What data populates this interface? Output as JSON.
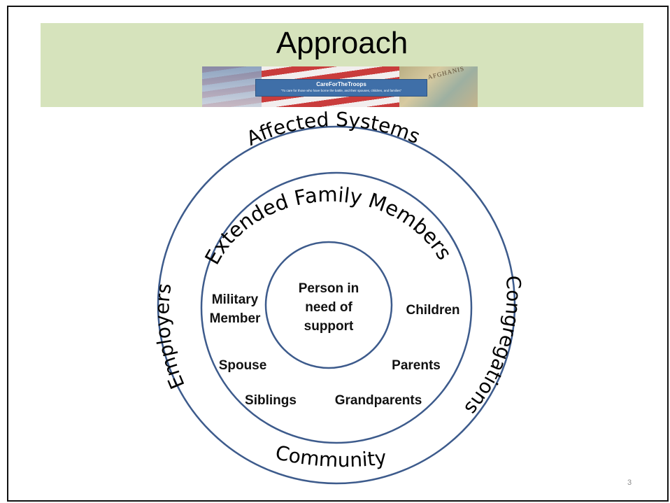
{
  "colors": {
    "title_band": "#d6e3bc",
    "ring_stroke": "#3d5b8c",
    "text": "#000000"
  },
  "slide": {
    "title": "Approach",
    "page_number": "3"
  },
  "banner": {
    "brand": "CareForTheTroops",
    "tagline": "\"To care for those who have borne the battle, and their spouses, children, and families\"",
    "map_label": "AFGHANIS"
  },
  "diagram": {
    "outer_ring": {
      "top": "Affected Systems",
      "left": "Employers",
      "right": "Congregations",
      "bottom": "Community"
    },
    "middle_ring": {
      "top": "Extended Family Members"
    },
    "members": {
      "military_line1": "Military",
      "military_line2": "Member",
      "children": "Children",
      "spouse": "Spouse",
      "parents": "Parents",
      "siblings": "Siblings",
      "grandparents": "Grandparents"
    },
    "center": {
      "line1": "Person in",
      "line2": "need of",
      "line3": "support"
    }
  }
}
